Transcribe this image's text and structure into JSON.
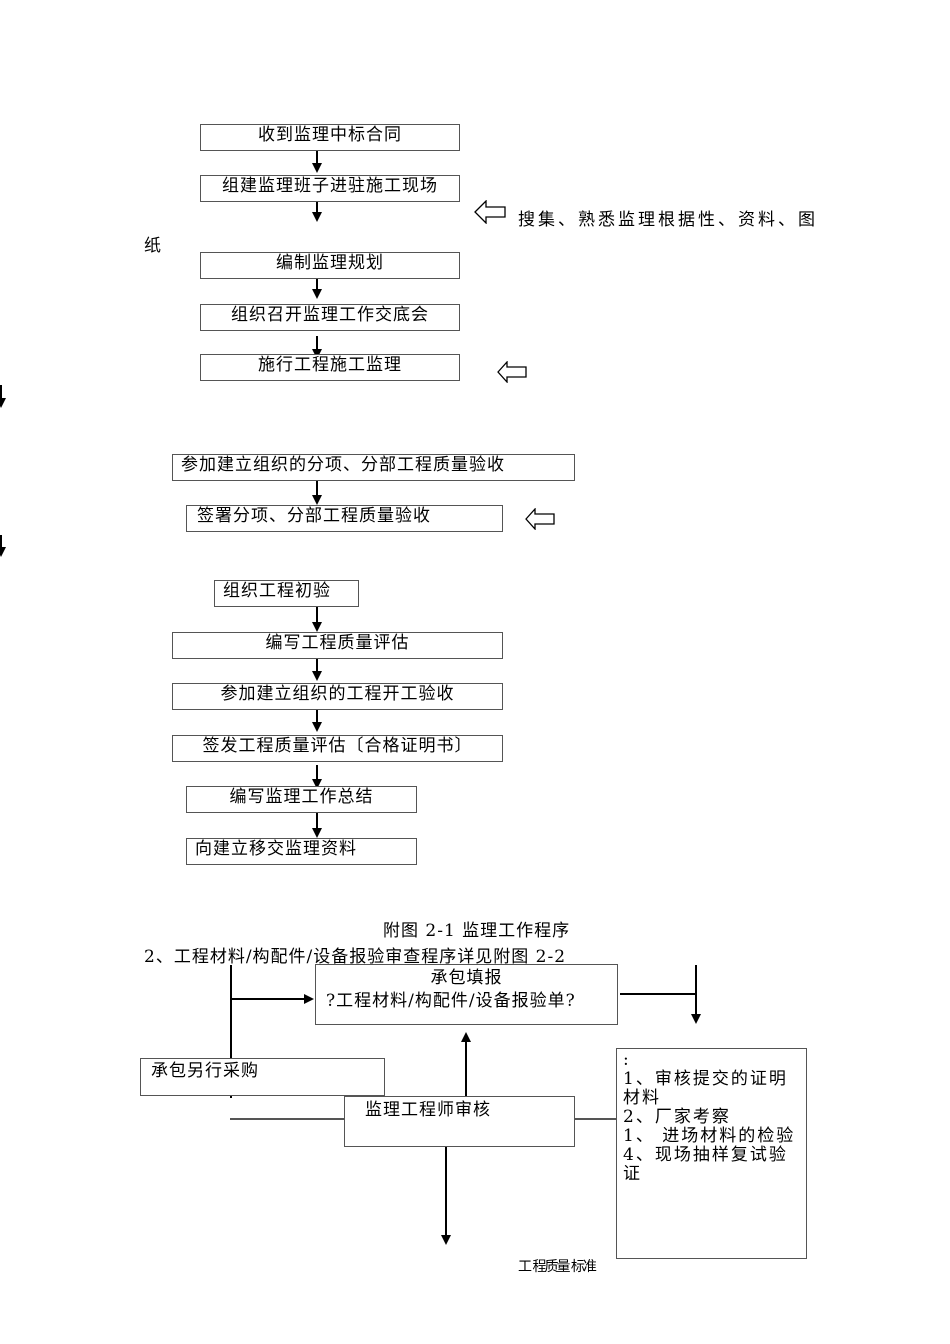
{
  "flowchart1": {
    "steps": [
      "收到监理中标合同",
      "组建监理班子进驻施工现场",
      "编制监理规划",
      "组织召开监理工作交底会",
      "施行工程施工监理",
      "参加建立组织的分项、分部工程质量验收",
      "签署分项、分部工程质量验收",
      "组织工程初验",
      "编写工程质量评估",
      "参加建立组织的工程开工验收",
      "签发工程质量评估〔合格证明书〕",
      "编写监理工作总结",
      "向建立移交监理资料"
    ],
    "side_note_line1": "搜集、熟悉监理根据性、资料、图",
    "side_note_line2": "纸",
    "icons": [
      "hollow-left-arrow-icon",
      "down-arrow-icon"
    ],
    "caption": "附图 2-1 监理工作程序"
  },
  "section2": {
    "heading": "2、工程材料/构配件/设备报验审查程序详见附图 2-2"
  },
  "flowchart2": {
    "contractor_fill_line1": "承包填报",
    "contractor_fill_line2": "?工程材料/构配件/设备报验单?",
    "contractor_purchase": "承包另行采购",
    "engineer_review": "监理工程师审核",
    "review_items": [
      ":",
      "1、审核提交的证明",
      "材料",
      "2、厂家考察",
      "1、 进场材料的检验",
      "4、现场抽样复试验",
      "证"
    ],
    "footer_garbled": "工 程质量 标准"
  }
}
